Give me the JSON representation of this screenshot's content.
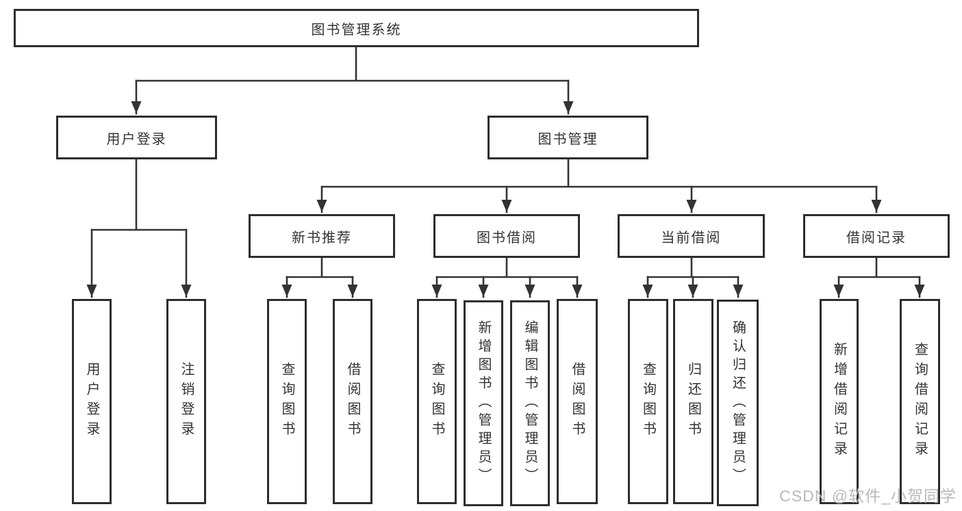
{
  "diagram_title": "图书管理系统",
  "colors": {
    "line": "#333333",
    "box_border": "#2d2d2d",
    "box_fill": "#ffffff",
    "text": "#333333",
    "watermark": "#b9babc"
  },
  "watermark": {
    "text": "CSDN @软件_小贺同学"
  },
  "nodes": [
    {
      "id": "root",
      "label": "图书管理系统",
      "level": 1
    },
    {
      "id": "user-login",
      "label": "用户登录",
      "level": 2
    },
    {
      "id": "book-management",
      "label": "图书管理",
      "level": 2
    },
    {
      "id": "new-book-recommend",
      "label": "新书推荐",
      "level": 3
    },
    {
      "id": "book-borrow",
      "label": "图书借阅",
      "level": 3
    },
    {
      "id": "current-borrow",
      "label": "当前借阅",
      "level": 3
    },
    {
      "id": "borrow-records",
      "label": "借阅记录",
      "level": 3
    },
    {
      "id": "leaf-user-login",
      "label": "用户登录",
      "level": 4,
      "parent": "user-login"
    },
    {
      "id": "leaf-logout",
      "label": "注销登录",
      "level": 4,
      "parent": "user-login"
    },
    {
      "id": "leaf-query-books-1",
      "label": "查询图书",
      "level": 4,
      "parent": "new-book-recommend"
    },
    {
      "id": "leaf-borrow-books-1",
      "label": "借阅图书",
      "level": 4,
      "parent": "new-book-recommend"
    },
    {
      "id": "leaf-query-books-2",
      "label": "查询图书",
      "level": 4,
      "parent": "book-borrow"
    },
    {
      "id": "leaf-add-books-admin",
      "label": "新增图书（管理员）",
      "level": 4,
      "parent": "book-borrow"
    },
    {
      "id": "leaf-edit-books-admin",
      "label": "编辑图书（管理员）",
      "level": 4,
      "parent": "book-borrow"
    },
    {
      "id": "leaf-borrow-books-2",
      "label": "借阅图书",
      "level": 4,
      "parent": "book-borrow"
    },
    {
      "id": "leaf-query-books-3",
      "label": "查询图书",
      "level": 4,
      "parent": "current-borrow"
    },
    {
      "id": "leaf-return-books",
      "label": "归还图书",
      "level": 4,
      "parent": "current-borrow"
    },
    {
      "id": "leaf-confirm-return",
      "label": "确认归还（管理员）",
      "level": 4,
      "parent": "current-borrow"
    },
    {
      "id": "leaf-add-borrow-record",
      "label": "新增借阅记录",
      "level": 4,
      "parent": "borrow-records"
    },
    {
      "id": "leaf-query-borrow-record",
      "label": "查询借阅记录",
      "level": 4,
      "parent": "borrow-records"
    }
  ]
}
